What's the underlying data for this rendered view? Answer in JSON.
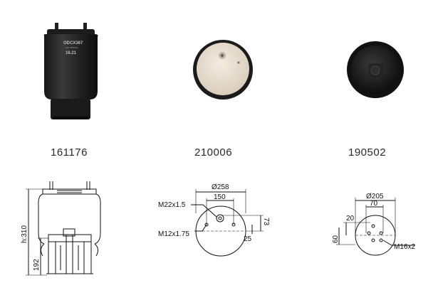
{
  "parts": [
    {
      "code": "161176",
      "label_top": "ODCX367",
      "label_mid": "AIR SPRING",
      "label_bot": "16.21",
      "dims": {
        "h": "h:310",
        "d": "192"
      }
    },
    {
      "code": "210006",
      "dims": {
        "od": "Ø258",
        "pitch": "150",
        "bolt": "M22x1.5",
        "stud": "M12x1.75",
        "a": "73",
        "b": "25"
      }
    },
    {
      "code": "190502",
      "dims": {
        "od": "Ø205",
        "pitch": "70",
        "off": "20",
        "h": "60",
        "thread": "M16x2"
      }
    }
  ]
}
